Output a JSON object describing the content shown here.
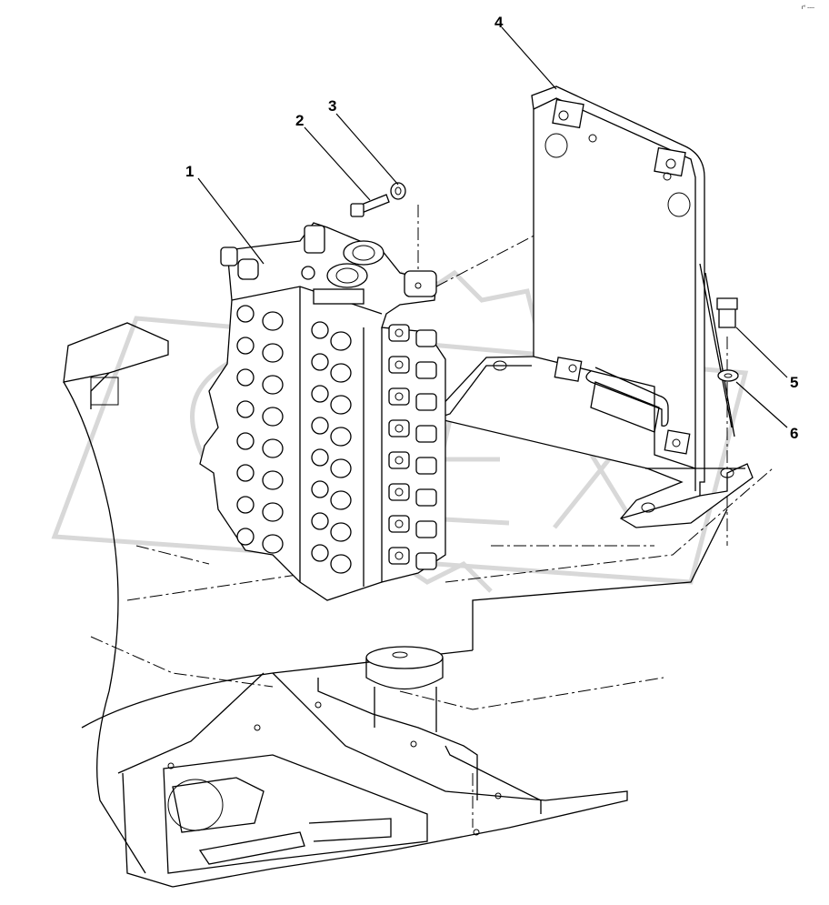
{
  "diagram": {
    "corner_mark": "r° ----",
    "callouts": [
      {
        "id": "part-1",
        "label": "1"
      },
      {
        "id": "part-2",
        "label": "2"
      },
      {
        "id": "part-3",
        "label": "3"
      },
      {
        "id": "part-4",
        "label": "4"
      },
      {
        "id": "part-5",
        "label": "5"
      },
      {
        "id": "part-6",
        "label": "6"
      }
    ],
    "colors": {
      "line": "#000000",
      "watermark": "#d8d8d8",
      "background": "#ffffff"
    }
  }
}
